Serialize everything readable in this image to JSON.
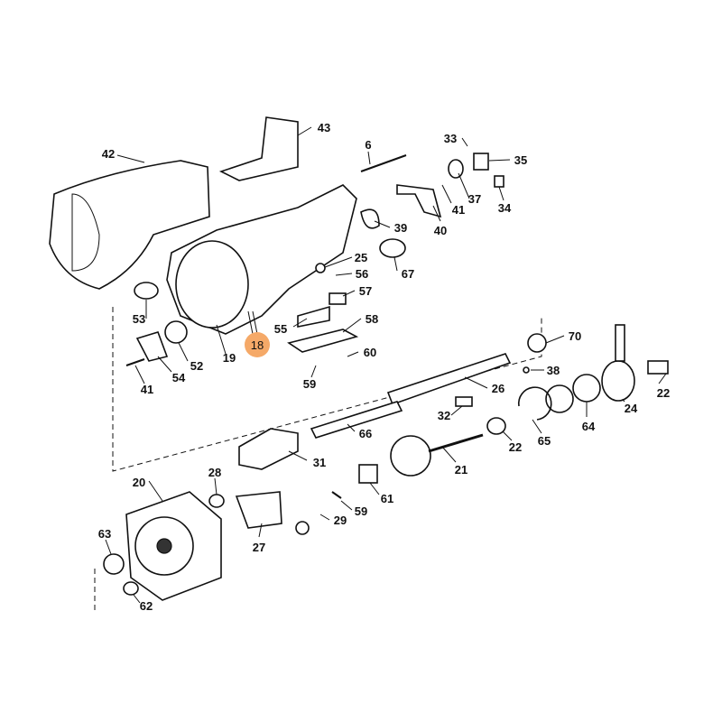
{
  "diagram": {
    "highlight_color": "#F5A968",
    "highlighted_part": "18",
    "callouts": {
      "p42": "42",
      "p43": "43",
      "p6": "6",
      "p33": "33",
      "p35": "35",
      "p37": "37",
      "p41a": "41",
      "p34": "34",
      "p40": "40",
      "p39": "39",
      "p25": "25",
      "p56": "56",
      "p57": "57",
      "p67": "67",
      "p55": "55",
      "p58": "58",
      "p18": "18",
      "p53": "53",
      "p52": "52",
      "p19": "19",
      "p54": "54",
      "p41b": "41",
      "p60": "60",
      "p59a": "59",
      "p70": "70",
      "p38": "38",
      "p26": "26",
      "p22a": "22",
      "p24": "24",
      "p64": "64",
      "p65": "65",
      "p32": "32",
      "p22b": "22",
      "p66": "66",
      "p31": "31",
      "p21": "21",
      "p20": "20",
      "p28": "28",
      "p61": "61",
      "p59b": "59",
      "p29": "29",
      "p27": "27",
      "p63": "63",
      "p62": "62"
    }
  }
}
